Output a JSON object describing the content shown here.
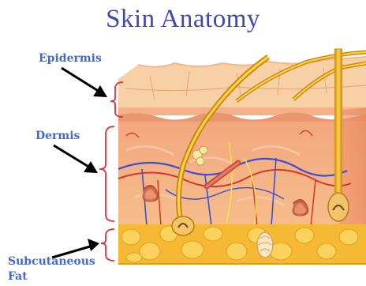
{
  "title": "Skin Anatomy",
  "labels": {
    "epidermis": "Epidermis",
    "dermis": "Dermis",
    "subcutaneous_line1": "Subcutaneous",
    "subcutaneous_line2": "Fat"
  },
  "colors": {
    "title": "#3f49b5",
    "label": "#4169d4",
    "bracket": "#e0303a",
    "epidermis_surface": "#f4c79a",
    "dermis": "#f4b183",
    "fat": "#f6c23a",
    "vessel_blue": "#3c4fd0",
    "vessel_red": "#d8342a",
    "hair": "#e3a51a"
  }
}
